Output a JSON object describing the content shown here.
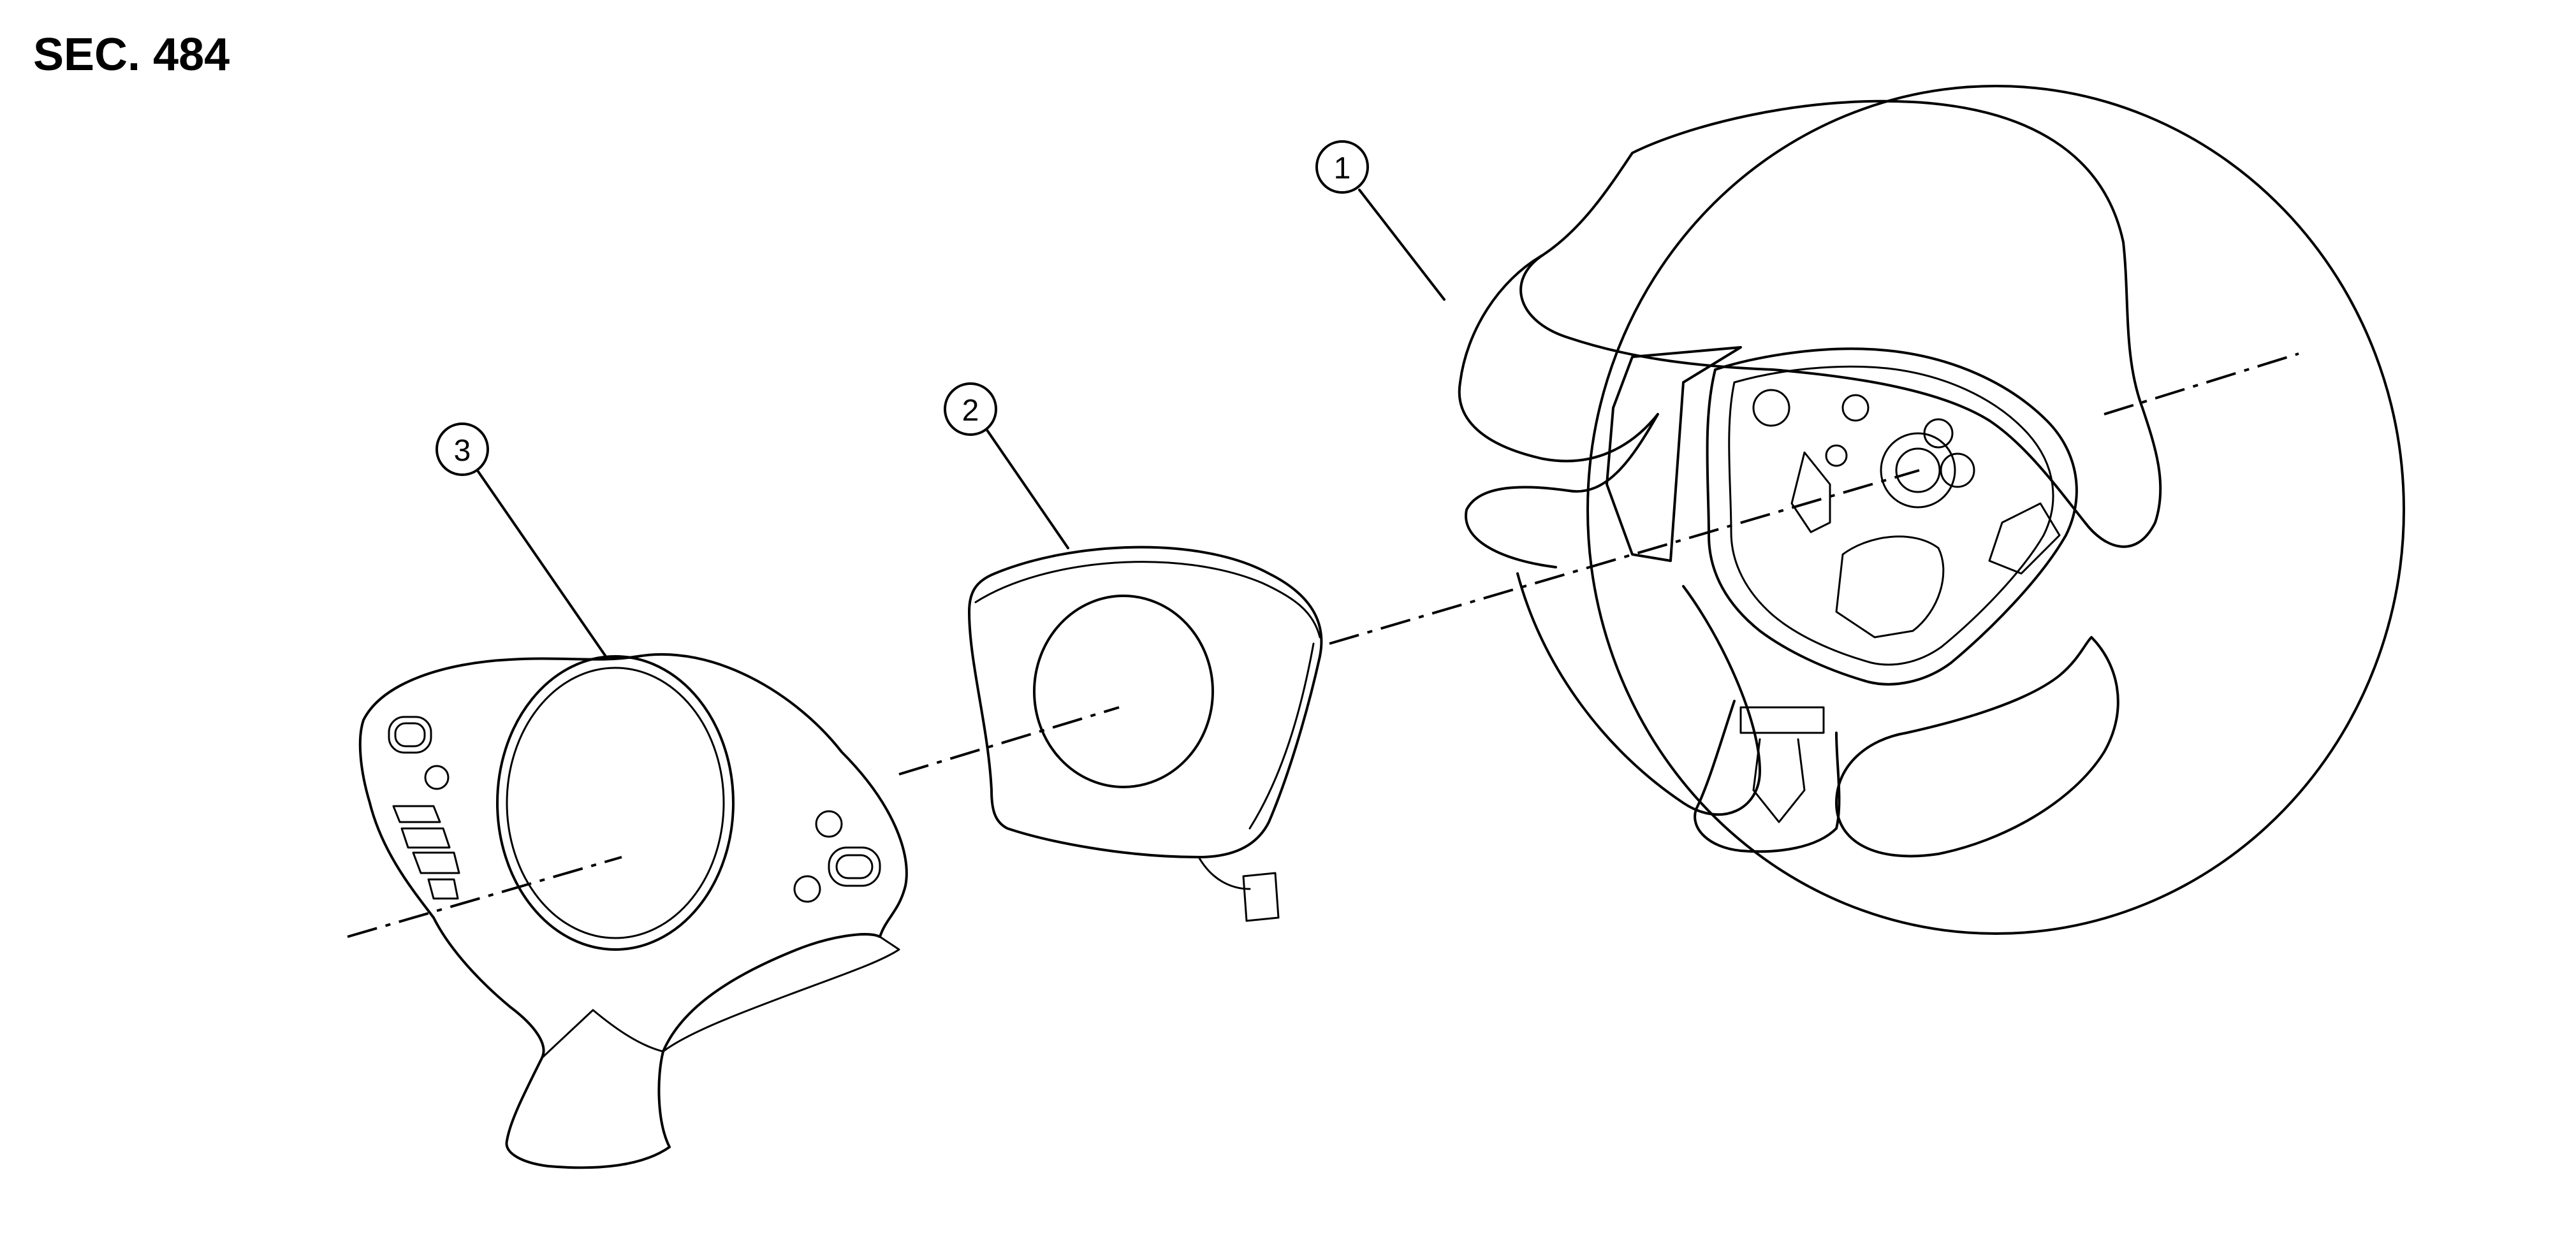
{
  "section": {
    "label": "SEC. 484"
  },
  "callouts": [
    {
      "number": "1"
    },
    {
      "number": "2"
    },
    {
      "number": "3"
    }
  ]
}
